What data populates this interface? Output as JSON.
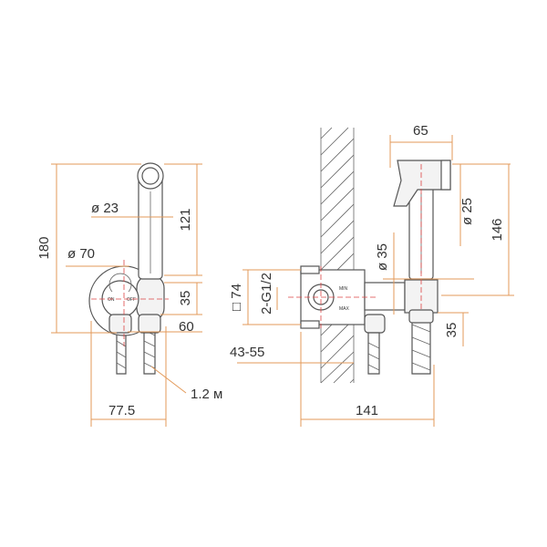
{
  "colors": {
    "dimension_line": "#e39a5a",
    "outline": "#555555",
    "centerline": "#dd4444",
    "text": "#333333"
  },
  "left_view": {
    "dims": {
      "height_total": "180",
      "diameter_handle": "ø 23",
      "diameter_plate": "ø 70",
      "height_spray": "121",
      "d35": "35",
      "d60": "60",
      "width": "77.5",
      "hose": "1.2 м"
    },
    "knob": {
      "on": "ON",
      "off": "OFF"
    }
  },
  "right_view": {
    "dims": {
      "width_top": "65",
      "d25": "ø 25",
      "height_146": "146",
      "d35": "ø 35",
      "square": "□ 74",
      "thread": "2-G1/2",
      "wall": "43-55",
      "d35b": "35",
      "total": "141"
    },
    "box_labels": {
      "min": "MIN",
      "max": "MAX"
    }
  }
}
